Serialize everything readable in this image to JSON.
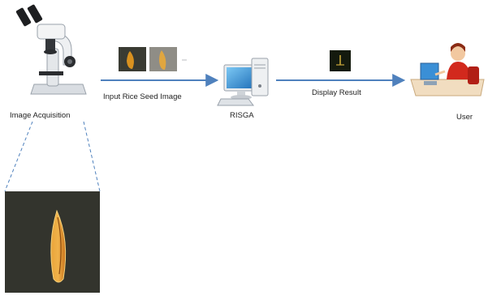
{
  "labels": {
    "image_acquisition": "Image Acquisition",
    "input_rice_seed_image": "Input Rice Seed Image",
    "risga": "RISGA",
    "display_result": "Display Result",
    "user": "User"
  },
  "colors": {
    "arrow": "#4f81bd",
    "dashed_line": "#4f81bd",
    "seed_background": "#2f302a",
    "seed": "#d98a1c",
    "monitor_screen": "#2d8fd6",
    "result_background": "#141a0e",
    "result_mark": "#c8a83a"
  },
  "icons": {
    "microscope": "microscope-icon",
    "computer": "computer-icon",
    "user": "user-at-desk-icon"
  }
}
